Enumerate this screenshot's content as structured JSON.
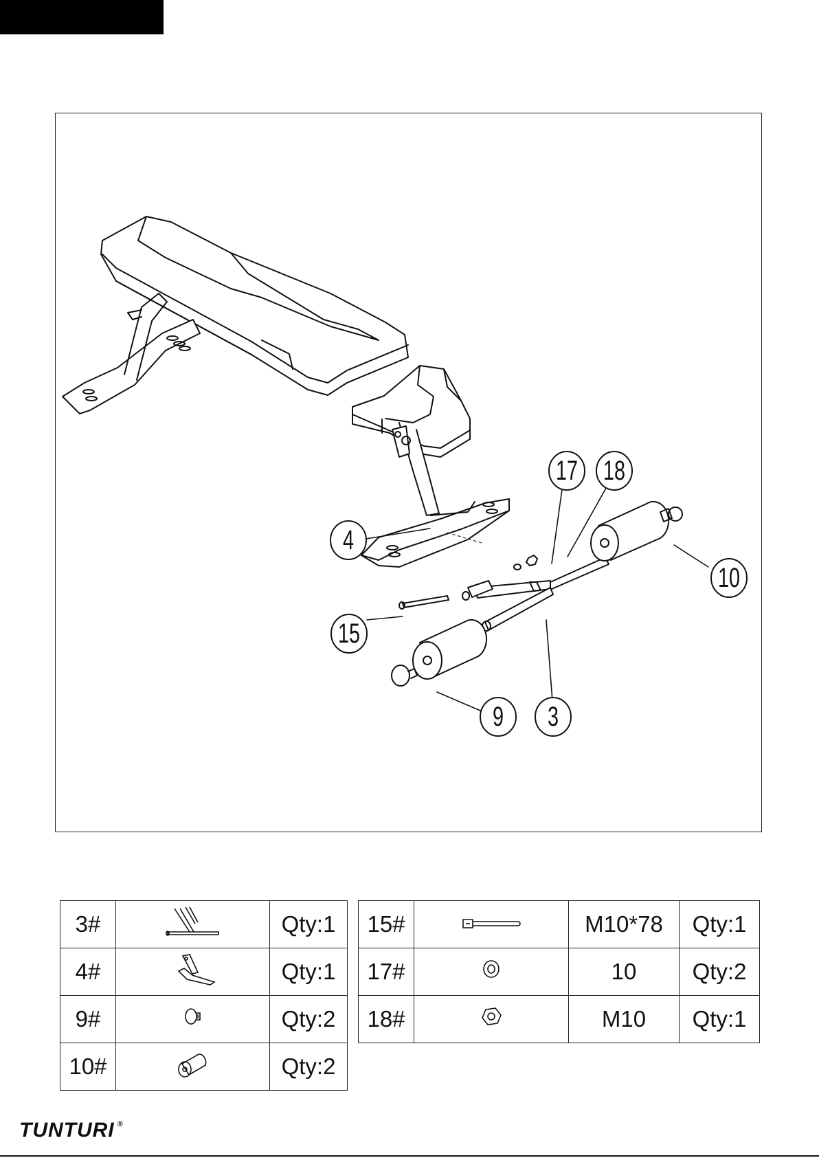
{
  "callouts": [
    {
      "id": "c4",
      "label": "4"
    },
    {
      "id": "c15",
      "label": "15"
    },
    {
      "id": "c17",
      "label": "17"
    },
    {
      "id": "c18",
      "label": "18"
    },
    {
      "id": "c10",
      "label": "10"
    },
    {
      "id": "c9",
      "label": "9"
    },
    {
      "id": "c3",
      "label": "3"
    }
  ],
  "parts_left": [
    {
      "code": "3#",
      "icon": "leg-tube-frame-icon",
      "qty": "Qty:1"
    },
    {
      "code": "4#",
      "icon": "front-stand-icon",
      "qty": "Qty:1"
    },
    {
      "code": "9#",
      "icon": "end-cap-icon",
      "qty": "Qty:2"
    },
    {
      "code": "10#",
      "icon": "foam-roller-icon",
      "qty": "Qty:2"
    }
  ],
  "parts_right": [
    {
      "code": "15#",
      "icon": "bolt-icon",
      "spec": "M10*78",
      "qty": "Qty:1"
    },
    {
      "code": "17#",
      "icon": "washer-icon",
      "spec": "10",
      "qty": "Qty:2"
    },
    {
      "code": "18#",
      "icon": "nut-icon",
      "spec": "M10",
      "qty": "Qty:1"
    }
  ],
  "brand": {
    "name": "TUNTURI",
    "mark": "®"
  }
}
